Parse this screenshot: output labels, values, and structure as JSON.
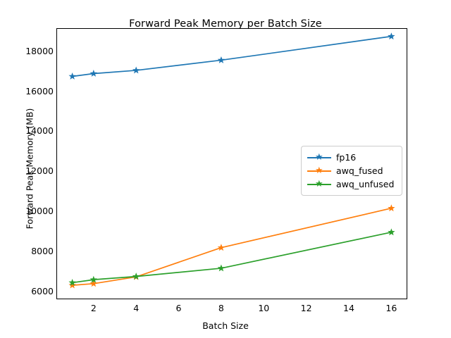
{
  "chart_data": {
    "type": "line",
    "title": "Forward Peak Memory per Batch Size",
    "xlabel": "Batch Size",
    "ylabel": "Forward Peak Memory (MB)",
    "x": [
      1,
      2,
      4,
      8,
      16
    ],
    "xlim": [
      0.25,
      16.75
    ],
    "ylim": [
      5600,
      19150
    ],
    "xticks": [
      2,
      4,
      6,
      8,
      10,
      12,
      14,
      16
    ],
    "yticks": [
      6000,
      8000,
      10000,
      12000,
      14000,
      16000,
      18000
    ],
    "grid": false,
    "legend_position": "center right",
    "marker": "star",
    "series": [
      {
        "name": "fp16",
        "color": "#1f77b4",
        "values": [
          16740,
          16880,
          17040,
          17550,
          18740
        ]
      },
      {
        "name": "awq_fused",
        "color": "#ff7f0e",
        "values": [
          6300,
          6380,
          6720,
          8180,
          10150
        ]
      },
      {
        "name": "awq_unfused",
        "color": "#2ca02c",
        "values": [
          6430,
          6580,
          6740,
          7150,
          8950
        ]
      }
    ]
  },
  "figure": {
    "background": "#ffffff",
    "axes_color": "#000000"
  }
}
